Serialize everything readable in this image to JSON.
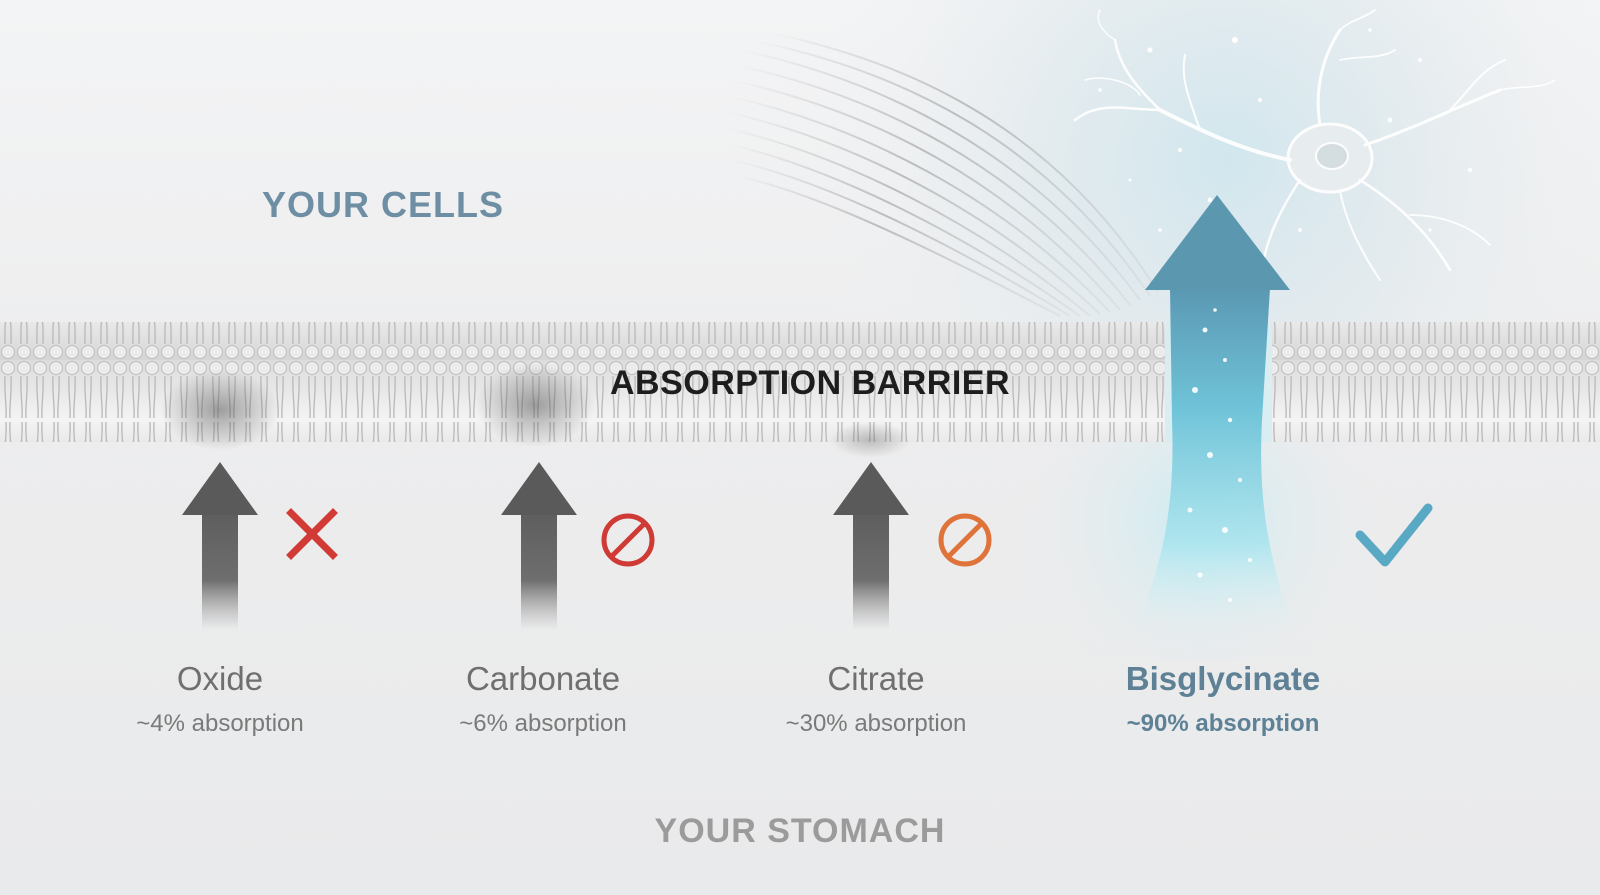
{
  "labels": {
    "cells": "YOUR CELLS",
    "barrier": "ABSORPTION BARRIER",
    "stomach": "YOUR STOMACH"
  },
  "forms": [
    {
      "name": "Oxide",
      "absorption": "~4% absorption",
      "status": "x-mark",
      "status_color": "#d23a36"
    },
    {
      "name": "Carbonate",
      "absorption": "~6% absorption",
      "status": "prohibited",
      "status_color": "#cf3a35"
    },
    {
      "name": "Citrate",
      "absorption": "~30% absorption",
      "status": "prohibited",
      "status_color": "#e0733a"
    },
    {
      "name": "Bisglycinate",
      "absorption": "~90% absorption",
      "status": "check-mark",
      "status_color": "#5aa9c4"
    }
  ],
  "colors": {
    "accent": "#5e8196",
    "arrow_gray": "#5a5a5a",
    "arrow_blue": "#4f93ad",
    "cells_label": "#6d8ea3"
  }
}
